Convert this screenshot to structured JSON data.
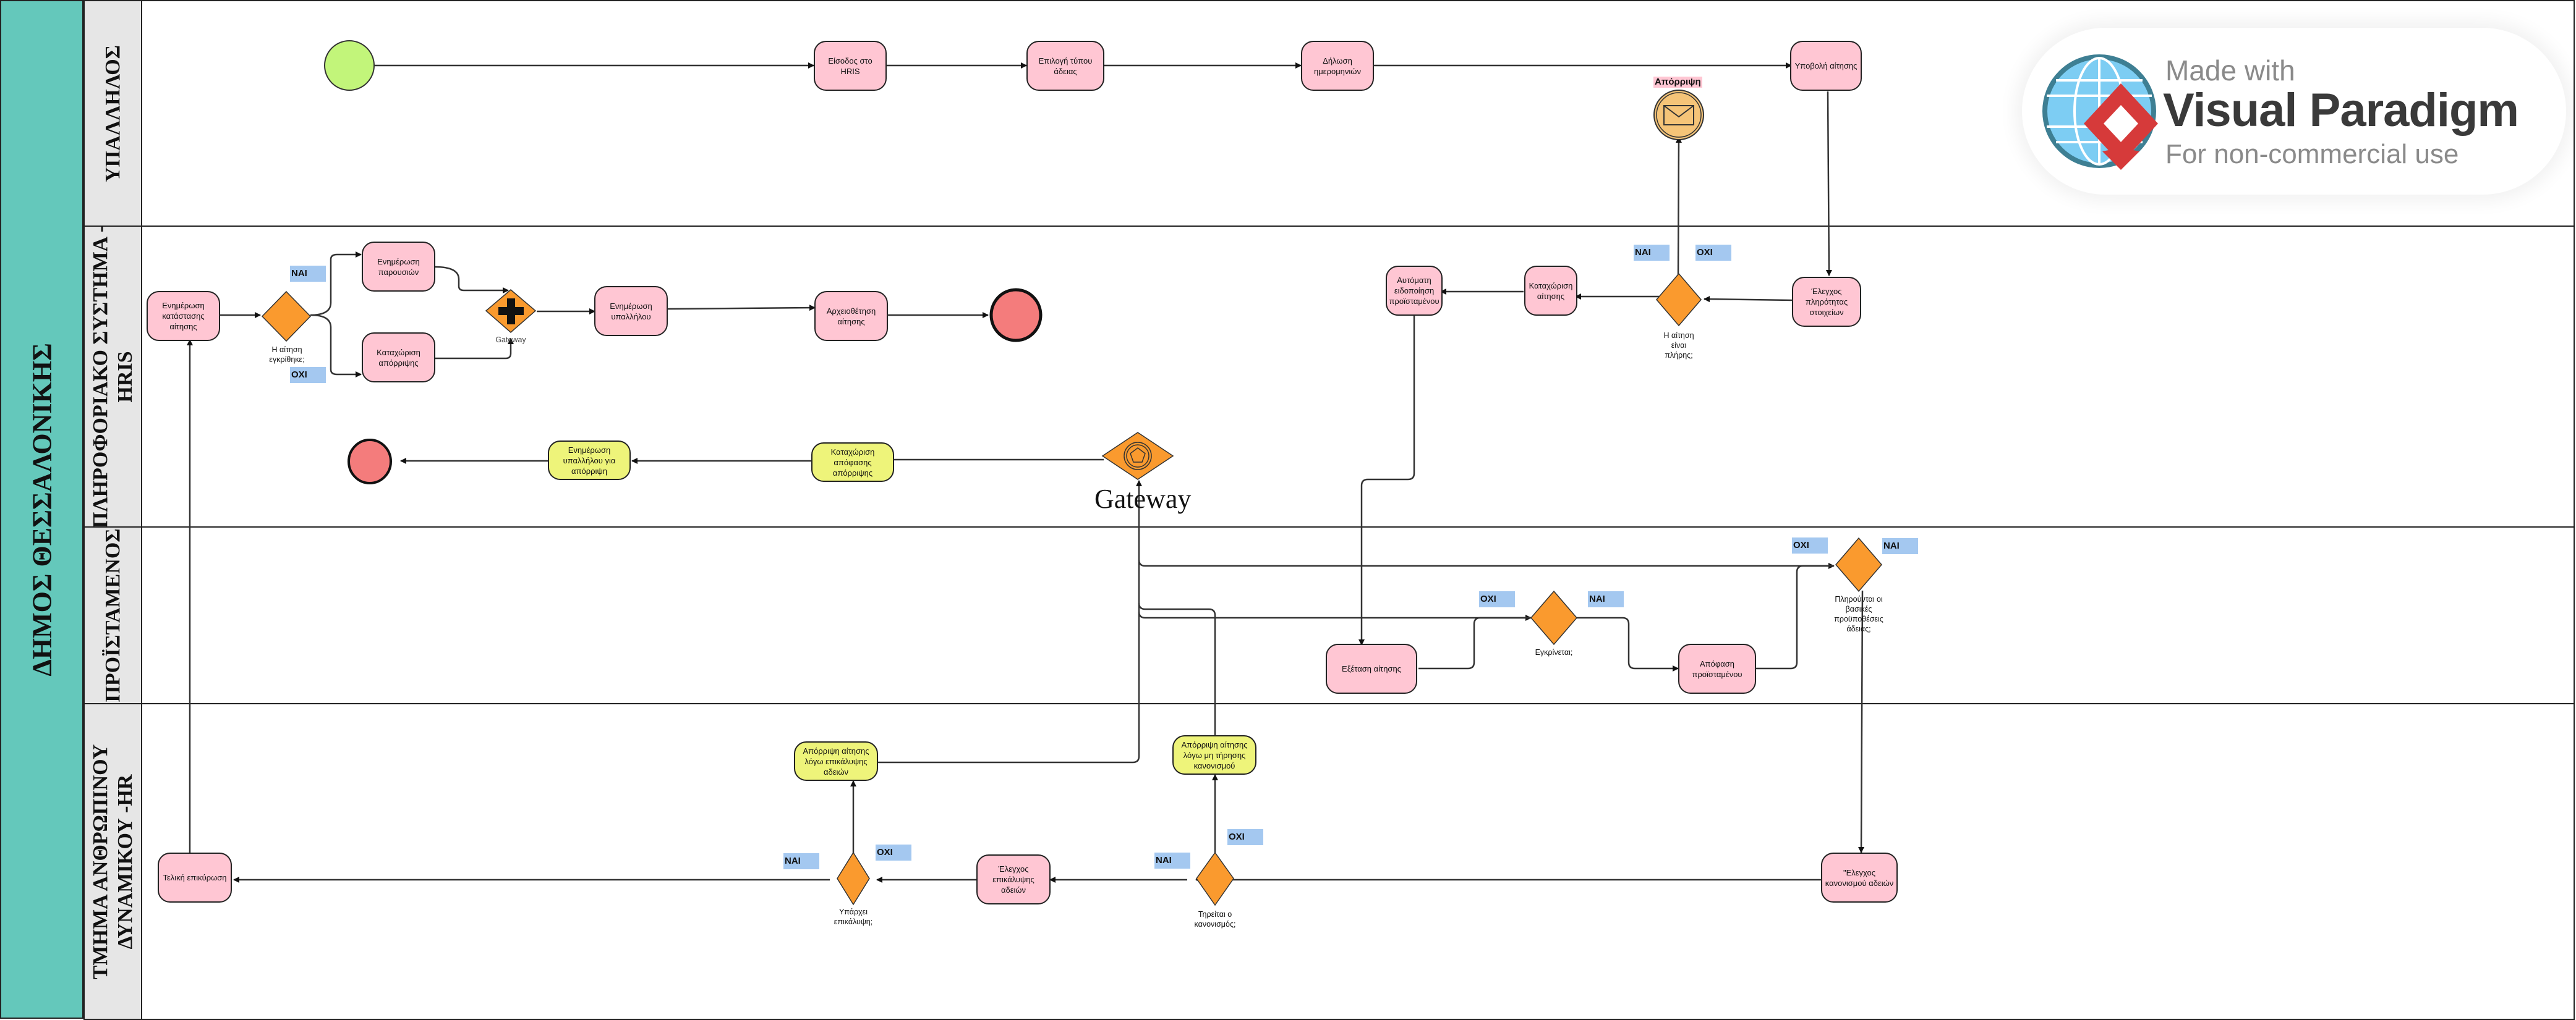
{
  "pool": {
    "label": "ΔΗΜΟΣ ΘΕΣΣΑΛΟΝΙΚΗΣ"
  },
  "lanes": [
    {
      "label": "ΥΠΑΛΛΗΛΟΣ"
    },
    {
      "label": "ΠΛΗΡΟΦΟΡΙΑΚΟ ΣΥΣΤΗΜΑ -\nHRIS"
    },
    {
      "label": "ΠΡΟΪΣΤΑΜΕΝΟΣ"
    },
    {
      "label": "ΤΜΗΜΑ ΑΝΘΡΩΠΙΝΟΥ\nΔΥΝΑΜΙΚΟΥ -HR"
    }
  ],
  "tasks": {
    "login": "Είσοδος στο HRIS",
    "select_type": "Επιλογή τύπου άδειας",
    "dates": "Δήλωση ημερομηνιών",
    "submit": "Υποβολή αίτησης",
    "update_status": "Ενημέρωση κατάστασης αίτησης",
    "update_attendance": "Ενημέρωση παρουσιών",
    "register_rejection": "Καταχώριση απόρριψης",
    "update_employee": "Ενημέρωση υπαλλήλου",
    "archive": "Αρχειοθέτηση αίτησης",
    "auto_notify": "Αυτόματη ειδοποίηση προϊσταμένου",
    "register_request": "Καταχώριση αίτησης",
    "check_completeness": "Έλεγχος πληρότητας στοιχείων",
    "notify_rejection": "Ενημέρωση υπαλλήλου για απόρριψη",
    "register_rejection_decision": "Καταχώριση απόφασης απόρριψης",
    "examine": "Εξέταση αίτησης",
    "manager_decision": "Απόφαση προϊσταμένου",
    "reject_overlap": "Απόρριψη αίτησης λόγω επικάλυψης αδειών",
    "reject_regulation": "Απόρριψη αίτησης λόγω μη τήρησης κανονισμού",
    "final_validation": "Τελική επικύρωση",
    "check_overlap": "Έλεγχος επικάλυψης αδειών",
    "check_regulation": "\"Ελεγχος κανονισμού αδειών"
  },
  "gateways": {
    "approved": "Η αίτηση\nεγκρίθηκε;",
    "parallel": "Gateway",
    "complete": "Η αίτηση\nείναι\nπλήρης;",
    "event_gateway": "Gateway",
    "approve": "Εγκρίνεται;",
    "requirements": "Πληρούνται οι\nβασικές\nπροϋποθέσεις\nάδειας;",
    "overlap": "Υπάρχει\nεπικάλυψη;",
    "regulation": "Τηρείται ο\nκανονισμός;"
  },
  "tags": {
    "yes": "ΝΑΙ",
    "no": "ΟΧΙ"
  },
  "message_event": {
    "label": "Απόρριψη"
  },
  "watermark": {
    "made_with": "Made with",
    "brand": "Visual Paradigm",
    "note": "For non-commercial use"
  },
  "colors": {
    "task_pink": "#ffc6d3",
    "task_yellow": "#eef47a",
    "gateway_orange": "#fa9a2e",
    "start_green": "#c2f57a",
    "end_red": "#f47c7c",
    "pool_teal": "#64c8bb",
    "tag_blue": "#a4c8f0"
  }
}
